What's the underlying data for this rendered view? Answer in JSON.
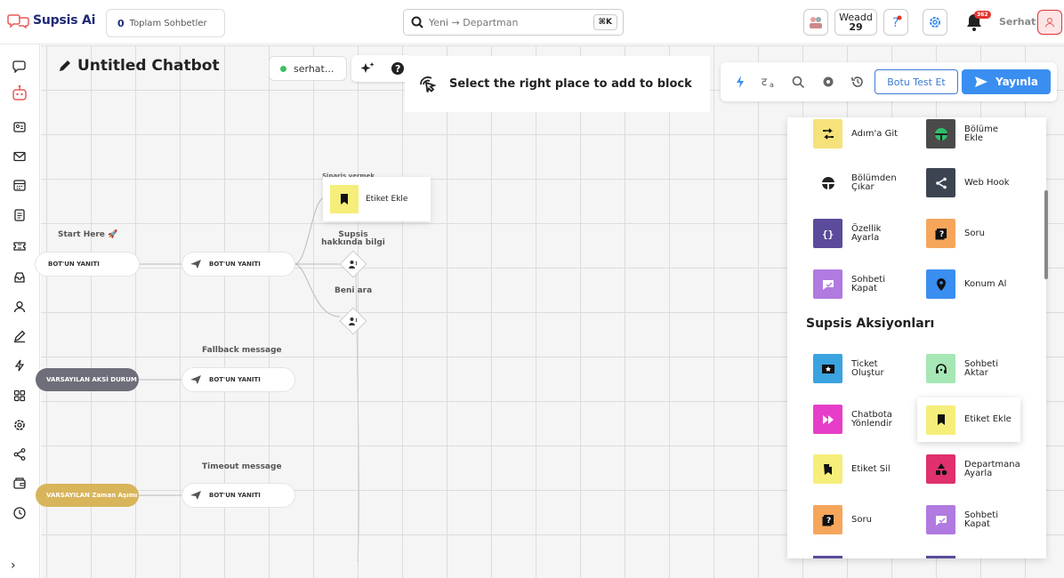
{
  "header": {
    "logo_text": "Supsis Ai",
    "convo_count": "0",
    "convo_label": "Toplam Sohbetler",
    "search_placeholder": "Yeni → Departman",
    "search_shortcut": "⌘K",
    "weadd_name": "Weadd",
    "weadd_num": "29",
    "notif_count": "362",
    "user_name": "Serhat"
  },
  "sidebar": {
    "expand_glyph": "›"
  },
  "editor": {
    "title": "Untitled Chatbot",
    "status_user": "serhat...",
    "hint_text": "Select the right place to add to block",
    "test_button": "Botu Test Et",
    "publish_button": "Yayınla"
  },
  "flow": {
    "start_label": "Start Here 🚀",
    "start_node": "BOT'UN YANITI",
    "bot_reply": "BOT'UN YANITI",
    "obscured_label": "Sipariş vermek",
    "tag_node_text": "Etiket Ekle",
    "branch_1_label": "Supsis hakkında bilgi",
    "branch_2_label": "Beni ara",
    "fallback_label": "Fallback message",
    "fallback_node": "VARSAYILAN AKSİ DURUM",
    "fallback_reply": "BOT'UN YANITI",
    "timeout_label": "Timeout message",
    "timeout_node": "VARSAYILAN Zaman Aşımı",
    "timeout_reply": "BOT'UN YANITI"
  },
  "panel": {
    "items_top": [
      {
        "label": "Adım'a Git",
        "color": "#f5e27a"
      },
      {
        "label": "Bölüme Ekle",
        "color": "#4a4a4a"
      },
      {
        "label": "Bölümden Çıkar",
        "color": "#ffffff"
      },
      {
        "label": "Web Hook",
        "color": "#3d4451"
      },
      {
        "label": "Özellik Ayarla",
        "color": "#5b4b9a"
      },
      {
        "label": "Soru",
        "color": "#f5a65b"
      },
      {
        "label": "Sohbeti Kapat",
        "color": "#b07ae0"
      },
      {
        "label": "Konum Al",
        "color": "#3a8ef0"
      }
    ],
    "section_title": "Supsis Aksiyonları",
    "items_bottom": [
      {
        "label": "Ticket Oluştur",
        "color": "#3aa3e0"
      },
      {
        "label": "Sohbeti Aktar",
        "color": "#a6e7b5"
      },
      {
        "label": "Chatbota Yönlendir",
        "color": "#e63ec8"
      },
      {
        "label": "Etiket Ekle",
        "color": "#f5ee7a"
      },
      {
        "label": "Etiket Sil",
        "color": "#f5ee7a"
      },
      {
        "label": "Departmana Ayarla",
        "color": "#e0306e"
      },
      {
        "label": "Soru",
        "color": "#f5a65b"
      },
      {
        "label": "Sohbeti Kapat",
        "color": "#b07ae0"
      }
    ]
  },
  "colors": {
    "accent": "#3a8ef0",
    "brand": "#1e2a78",
    "fallback_node": "#6e6e7a",
    "timeout_node": "#d8b45b"
  }
}
